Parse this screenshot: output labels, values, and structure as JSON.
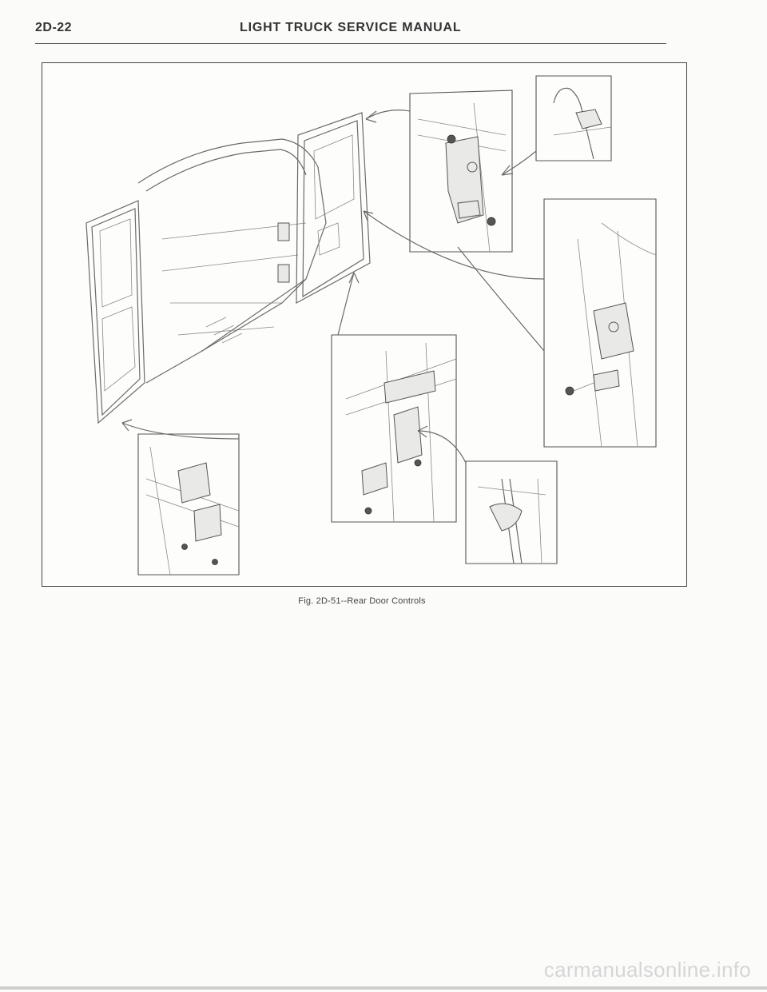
{
  "header": {
    "page_number": "2D-22",
    "manual_title": "LIGHT TRUCK SERVICE MANUAL"
  },
  "figure": {
    "caption": "Fig. 2D-51--Rear Door Controls"
  },
  "footer": {
    "watermark": "carmanualsonline.info"
  }
}
